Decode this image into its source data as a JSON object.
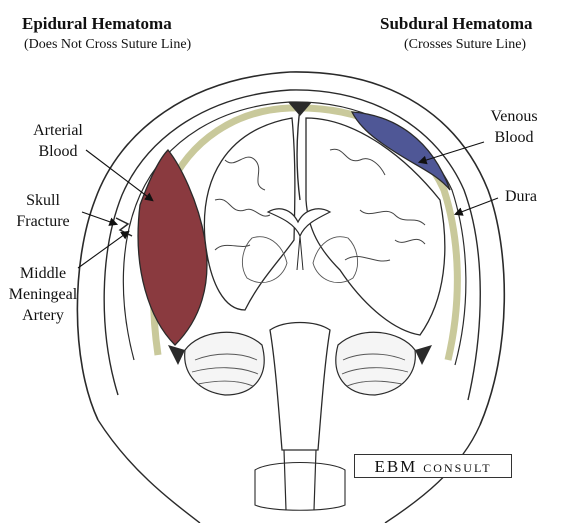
{
  "titles": {
    "left": "Epidural Hematoma",
    "left_sub": "(Does Not Cross Suture Line)",
    "right": "Subdural Hematoma",
    "right_sub": "(Crosses Suture Line)"
  },
  "labels": {
    "arterial_line1": "Arterial",
    "arterial_line2": "Blood",
    "skull_line1": "Skull",
    "skull_line2": "Fracture",
    "mma_line1": "Middle",
    "mma_line2": "Meningeal",
    "mma_line3": "Artery",
    "venous_line1": "Venous",
    "venous_line2": "Blood",
    "dura": "Dura"
  },
  "logo": {
    "primary": "EBM",
    "secondary": "CONSULT"
  },
  "colors": {
    "epidural": "#8a3a3f",
    "subdural": "#4f5796",
    "dura": "#c9c99b",
    "outline": "#2a2a2a"
  }
}
